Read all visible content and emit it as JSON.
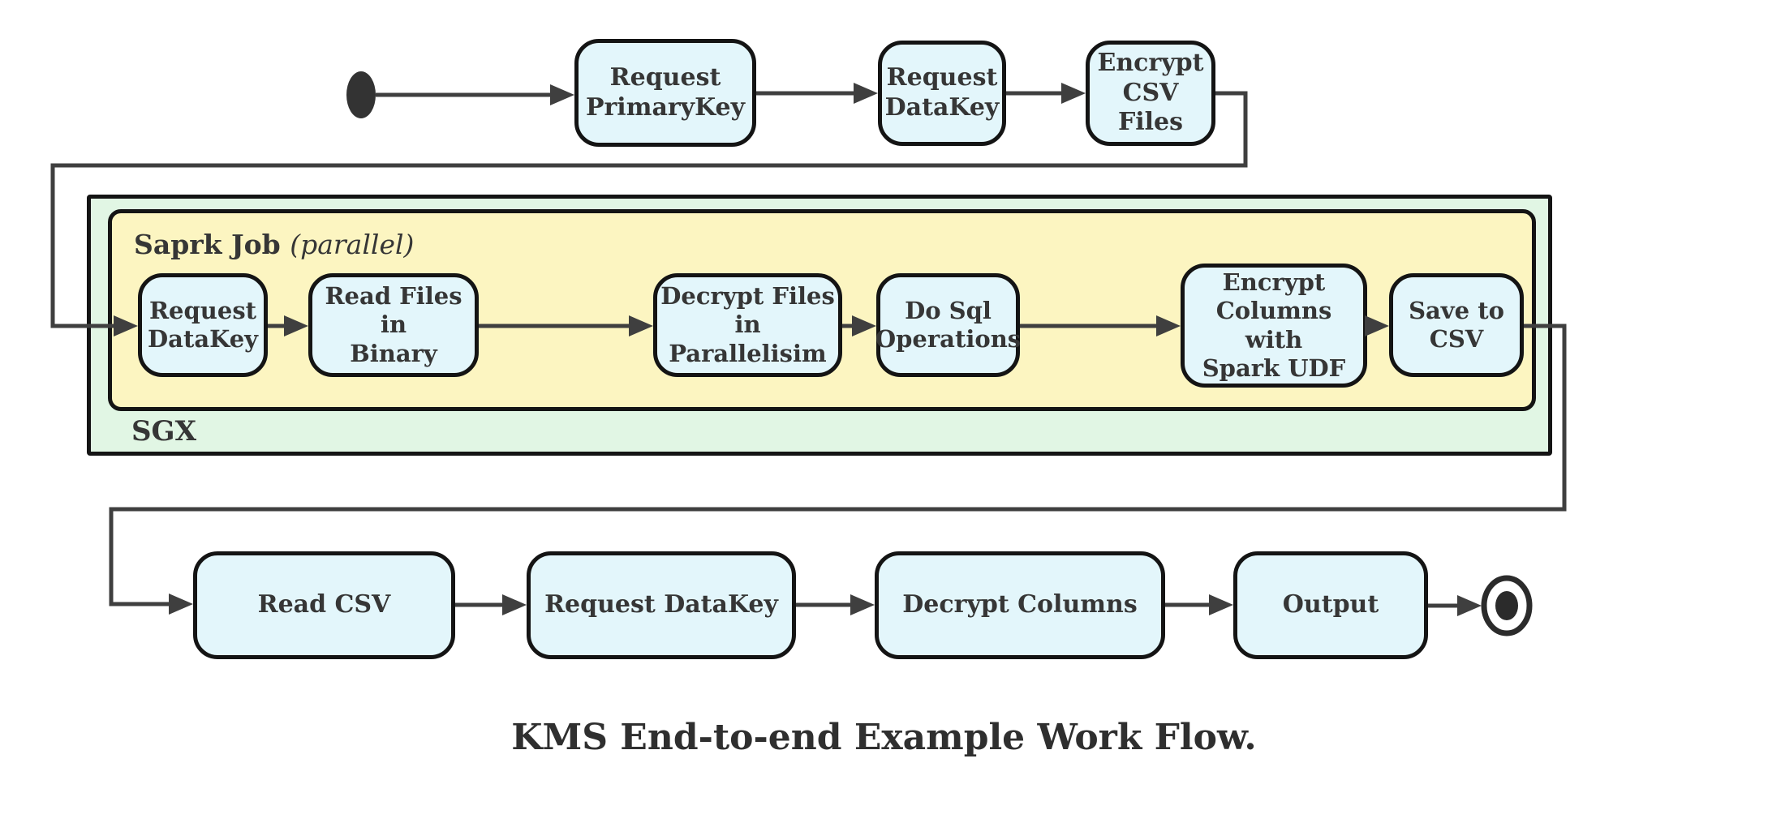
{
  "diagram": {
    "caption": "KMS End-to-end Example Work Flow.",
    "top_flow": [
      {
        "label": "Request\nPrimaryKey"
      },
      {
        "label": "Request\nDataKey"
      },
      {
        "label": "Encrypt\nCSV Files"
      }
    ],
    "sgx": {
      "label": "SGX",
      "spark_job": {
        "title": "Saprk Job",
        "qualifier": "(parallel)"
      },
      "nodes": [
        {
          "label": "Request\nDataKey"
        },
        {
          "label": "Read Files in\nBinary"
        },
        {
          "label": "Decrypt Files in\nParallelisim"
        },
        {
          "label": "Do Sql\nOperations"
        },
        {
          "label": "Encrypt\nColumns with\nSpark UDF"
        },
        {
          "label": "Save to CSV"
        }
      ]
    },
    "bottom_flow": [
      {
        "label": "Read CSV"
      },
      {
        "label": "Request DataKey"
      },
      {
        "label": "Decrypt Columns"
      },
      {
        "label": "Output"
      }
    ],
    "colors": {
      "activity_fill": "#e3f6fb",
      "sgx_fill": "#e1f6e4",
      "spark_job_fill": "#fcf5c1",
      "border": "#141414",
      "connector": "#3f3f3f",
      "text": "#363636"
    }
  }
}
